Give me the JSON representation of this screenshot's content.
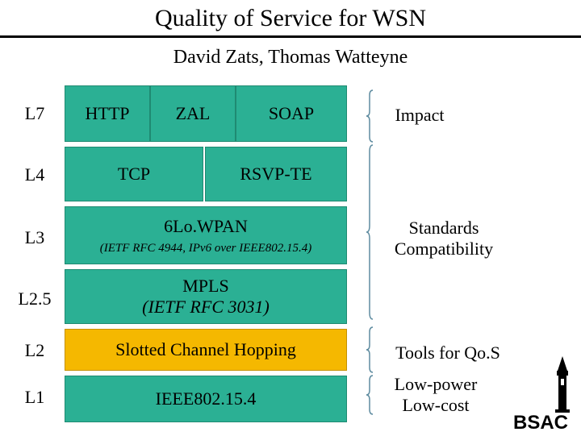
{
  "header": {
    "title": "Quality of Service for WSN",
    "authors": "David Zats, Thomas Watteyne"
  },
  "layers": [
    "L7",
    "L4",
    "L3",
    "L2.5",
    "L2",
    "L1"
  ],
  "stack": {
    "http": "HTTP",
    "zal": "ZAL",
    "soap": "SOAP",
    "tcp": "TCP",
    "rsvp": "RSVP-TE",
    "sixlowpan": "6Lo.WPAN",
    "sixlowpan_note": "(IETF RFC 4944, IPv6 over IEEE802.15.4)",
    "mpls": "MPLS",
    "mpls_note": "(IETF RFC 3031)",
    "slotted": "Slotted Channel Hopping",
    "ieee": "IEEE802.15.4"
  },
  "annotations": {
    "impact": "Impact",
    "standards_1": "Standards",
    "standards_2": "Compatibility",
    "tools": "Tools for Qo.S",
    "lowpower": "Low-power",
    "lowcost": "Low-cost"
  },
  "logo": {
    "text": "BSAC"
  },
  "colors": {
    "box": "#2bb094",
    "highlight": "#f5b800"
  }
}
